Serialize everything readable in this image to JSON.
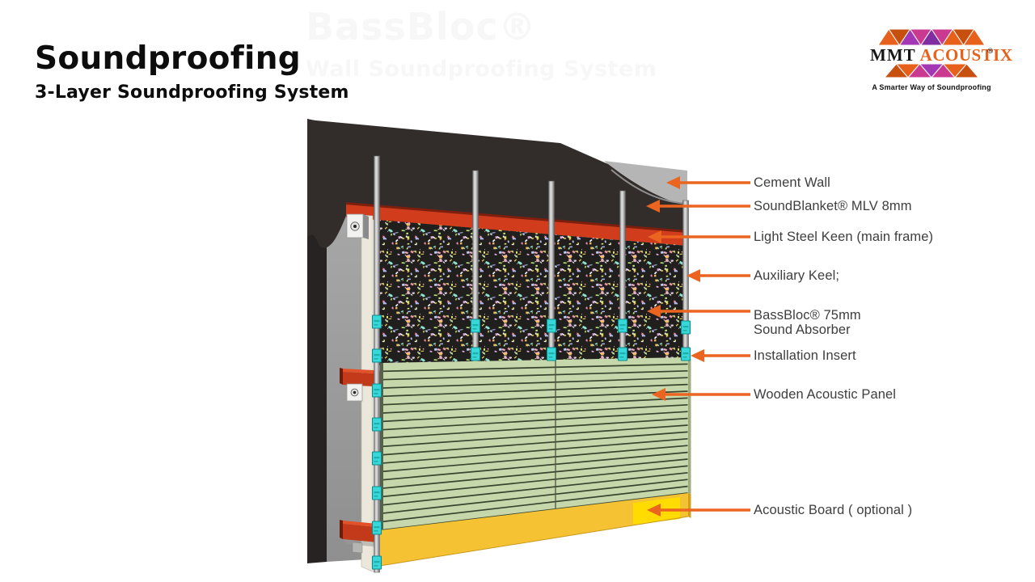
{
  "header": {
    "title": "Soundproofing",
    "subtitle": "3-Layer Soundproofing System"
  },
  "watermark": {
    "line1": "BassBloc®",
    "line2": "Wall Soundproofing System"
  },
  "logo": {
    "brand_left": "MMT",
    "brand_right": "ACOUSTIX",
    "registered_mark": "®",
    "tagline": "A Smarter Way of Soundproofing"
  },
  "diagram": {
    "labels": [
      {
        "id": "cement-wall",
        "text": "Cement Wall"
      },
      {
        "id": "soundblanket-mlv",
        "text": "SoundBlanket® MLV 8mm"
      },
      {
        "id": "light-steel-keen",
        "text": "Light Steel Keen (main frame)"
      },
      {
        "id": "auxiliary-keel",
        "text": "Auxiliary Keel;"
      },
      {
        "id": "bassbloc-absorber",
        "text": "BassBloc® 75mm\nSound Absorber"
      },
      {
        "id": "installation-insert",
        "text": "Installation Insert"
      },
      {
        "id": "wooden-panel",
        "text": "Wooden Acoustic Panel"
      },
      {
        "id": "acoustic-board",
        "text": "Acoustic Board ( optional )"
      }
    ]
  },
  "colors": {
    "accent_orange": "#EB6520",
    "keel_red": "#D03C1C",
    "keel_red_top": "#7E1E0C",
    "bracket_red": "#C23A1A",
    "bracket_red_top": "#E25129",
    "blanket_black": "#322D2B",
    "side_edge_dark": "#262322",
    "wedge_gray": "#B5B5B5",
    "absorber_base": "#211F1E",
    "absorber_specks": [
      "#dce96a",
      "#f2aab8",
      "#a9b6ec",
      "#8fe0cf",
      "#f7f3e4",
      "#e3cf52",
      "#ee8fa6",
      "#bcc8f2",
      "#ffffff",
      "#c0e87a",
      "#e0a8e0",
      "#f2c05a"
    ],
    "panel_green": "#C6D7AB",
    "panel_green_side": "#9AAD80",
    "slat_green": "#39442F",
    "board_yellow": "#F5C233",
    "board_yellow_side": "#CF9F1D",
    "board_highlight": "#FFDB00",
    "insert_cyan": "#38D8D8",
    "insert_border": "#0B8C8C",
    "cream_strip": "#EBE7DB",
    "label_text": "#3E3E3E",
    "logo_orange": "#E8611C",
    "logo_orange_dark": "#C7500F",
    "logo_purple": "#A238B4",
    "logo_magenta": "#C93A90",
    "logo_purple_dark": "#7E2EA0"
  }
}
